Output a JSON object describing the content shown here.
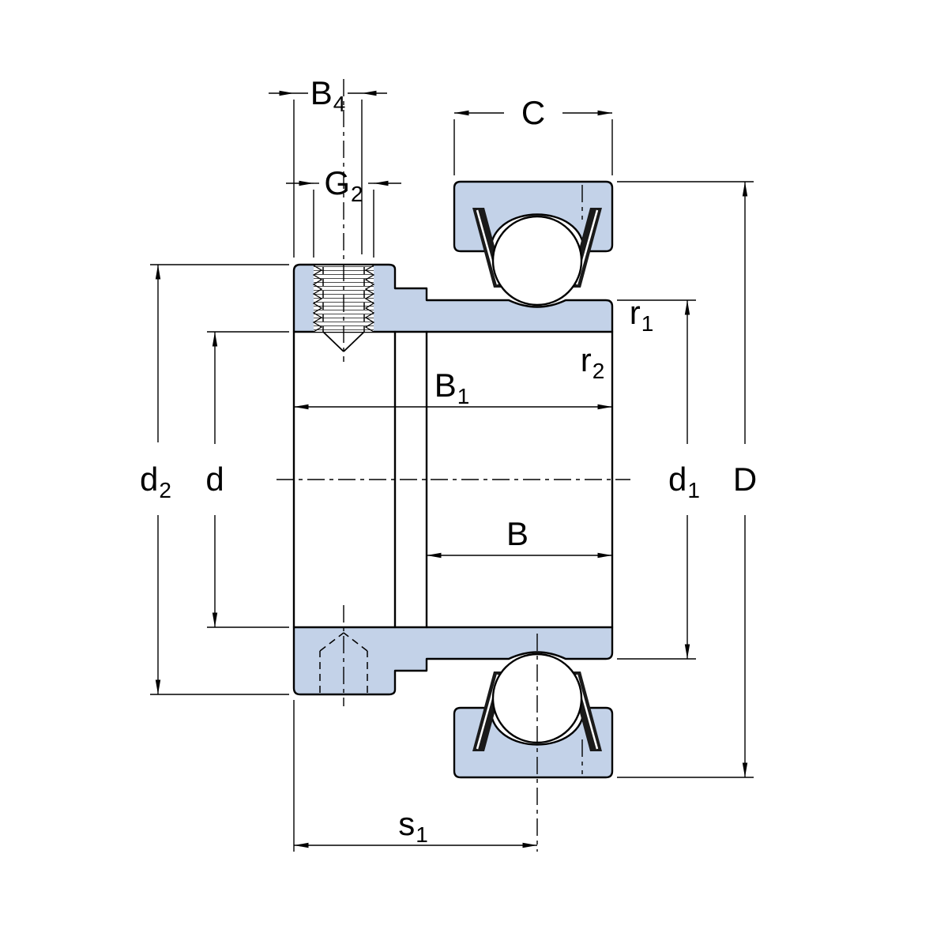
{
  "colors": {
    "section-fill": "#c3d2e8",
    "line": "#000000",
    "seal": "#1a1a1a",
    "hatch": "#4a4a4a",
    "background": "#ffffff"
  },
  "labels": {
    "b4": {
      "main": "B",
      "sub": "4"
    },
    "g2": {
      "main": "G",
      "sub": "2"
    },
    "c": {
      "main": "C",
      "sub": ""
    },
    "r1": {
      "main": "r",
      "sub": "1"
    },
    "r2": {
      "main": "r",
      "sub": "2"
    },
    "b1": {
      "main": "B",
      "sub": "1"
    },
    "d2": {
      "main": "d",
      "sub": "2"
    },
    "d": {
      "main": "d",
      "sub": ""
    },
    "b": {
      "main": "B",
      "sub": ""
    },
    "d1": {
      "main": "d",
      "sub": "1"
    },
    "D": {
      "main": "D",
      "sub": ""
    },
    "s1": {
      "main": "s",
      "sub": "1"
    }
  }
}
